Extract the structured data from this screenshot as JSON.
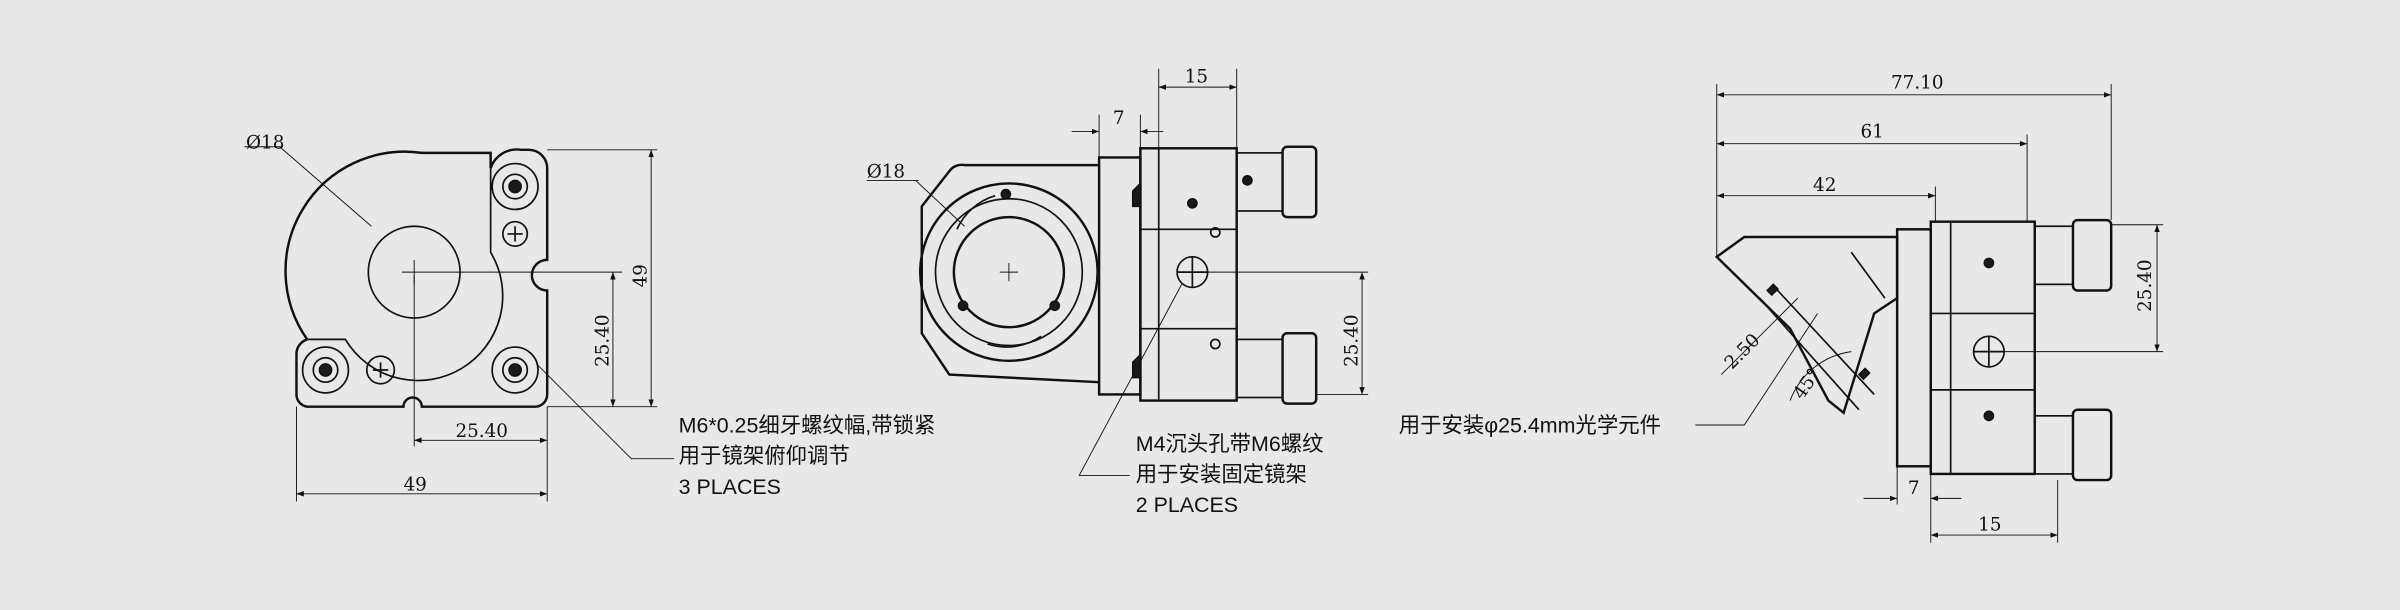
{
  "left_view": {
    "dia_label": "Ø18",
    "width_label": "49",
    "offset_h_label": "25.40",
    "height_label": "49",
    "offset_v_label": "25.40",
    "note": [
      "M6*0.25细牙螺纹幅,带锁紧",
      "用于镜架俯仰调节",
      "3 PLACES"
    ]
  },
  "middle_view": {
    "dia_label": "Ø18",
    "dim_15": "15",
    "dim_7": "7",
    "offset_v_label": "25.40",
    "note": [
      "M4沉头孔带M6螺纹",
      "用于安装固定镜架",
      "2 PLACES"
    ]
  },
  "right_view": {
    "dim_total": "77.10",
    "dim_61": "61",
    "dim_42": "42",
    "offset_v_label": "25.40",
    "dim_thk": "2.50",
    "angle": "45°",
    "dim_7": "7",
    "dim_15": "15",
    "note": "用于安装φ25.4mm光学元件"
  }
}
